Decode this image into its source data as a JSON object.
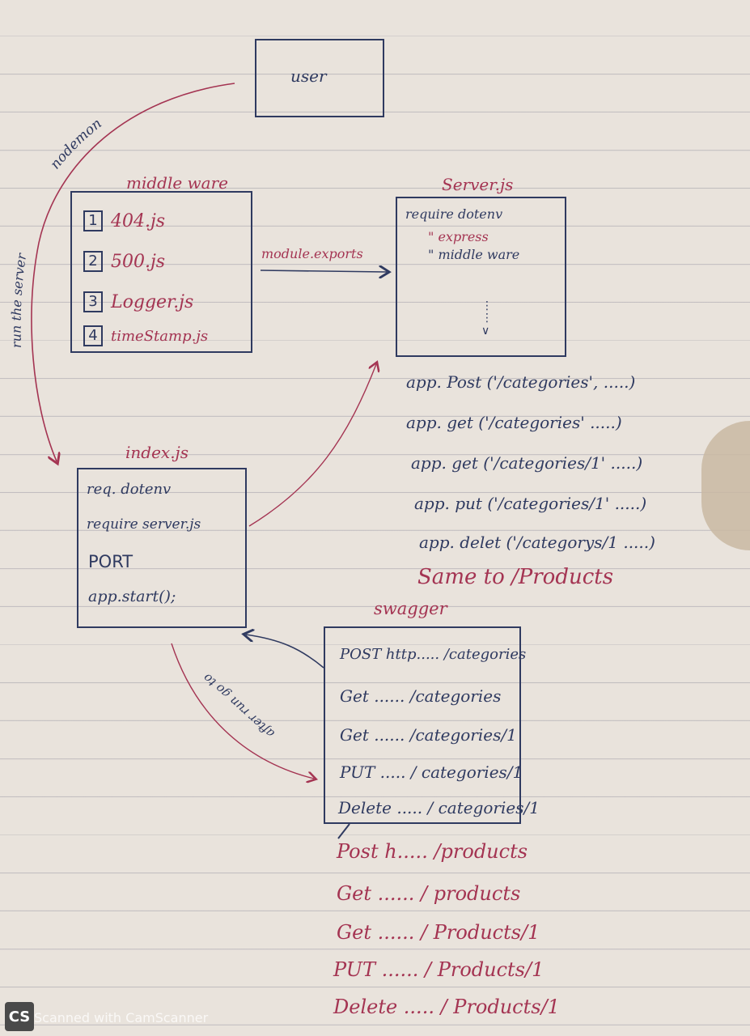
{
  "nodes": {
    "user": "user",
    "middleware_title": "middle ware",
    "middleware_items": [
      {
        "num": "1",
        "label": "404.js"
      },
      {
        "num": "2",
        "label": "500.js"
      },
      {
        "num": "3",
        "label": "Logger.js"
      },
      {
        "num": "4",
        "label": "timeStamp.js"
      }
    ],
    "server_title": "Server.js",
    "server_lines": [
      "require dotenv",
      "\"         express",
      "\"      middle ware"
    ],
    "index_title": "index.js",
    "index_lines": [
      "req. dotenv",
      "require server.js",
      "PORT",
      "app.start();"
    ],
    "swagger_title": "swagger",
    "swagger_lines": [
      "POST  http..... /categories",
      "Get    ...... /categories",
      "Get   ...... /categories/1",
      "PUT   ..... / categories/1",
      "Delete ..... / categories/1"
    ]
  },
  "labels": {
    "nodemon": "nodemon",
    "run_server": "run the server",
    "module_exports": "module.exports",
    "after_run": "after run go to swagger"
  },
  "routes": [
    "app. Post ('/categories', .....)",
    "app. get ('/categories' .....)",
    "app. get ('/categories/1' .....)",
    "app. put ('/categories/1' .....)",
    "app. delet ('/categorys/1 .....)"
  ],
  "same_products": "Same to /Products",
  "product_lines": [
    "Post  h..... /products",
    "Get   ...... / products",
    "Get   ...... / Products/1",
    "PUT   ...... / Products/1",
    "Delete ..... / Products/1"
  ],
  "footer": {
    "logo": "CS",
    "text": "Scanned with CamScanner"
  },
  "colors": {
    "ink_blue": "#2f3a60",
    "ink_red": "#a43452",
    "paper": "#e9e3dc"
  }
}
